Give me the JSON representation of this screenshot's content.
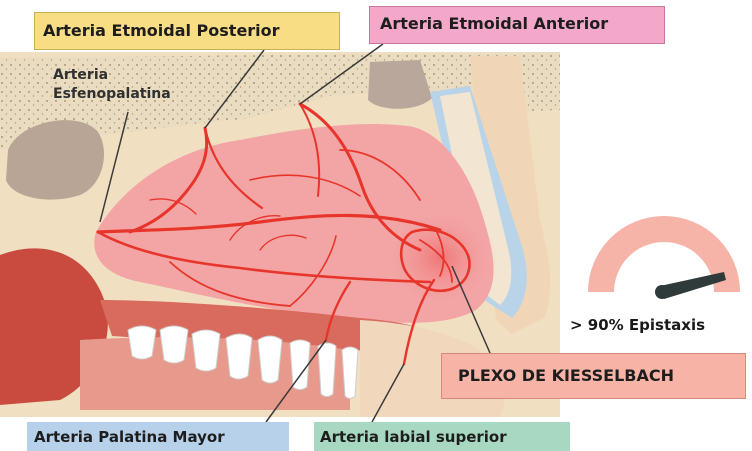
{
  "labels": {
    "etmoidal_posterior": "Arteria Etmoidal Posterior",
    "etmoidal_anterior": "Arteria Etmoidal Anterior",
    "esfenopalatina_line1": "Arteria",
    "esfenopalatina_line2": "Esfenopalatina",
    "palatina_mayor": "Arteria Palatina Mayor",
    "labial_superior": "Arteria labial superior",
    "plexo": "PLEXO DE KIESSELBACH"
  },
  "gauge": {
    "text": "> 90%  Epistaxis",
    "value_fraction": 0.9,
    "arc_color": "#f6b3a8",
    "needle_color": "#2f3a3a"
  },
  "colors": {
    "yellow_box": "#f9dd84",
    "pink_box": "#f3a7c9",
    "blue_box": "#b7d1ea",
    "green_box": "#a9d8c2",
    "salmon_box": "#f7b4a6",
    "artery": "#e8352b",
    "mucosa": "#f3a5a6",
    "bone": "#e7d8ba"
  },
  "icons": [
    "gauge-icon",
    "gauge-needle-icon"
  ]
}
